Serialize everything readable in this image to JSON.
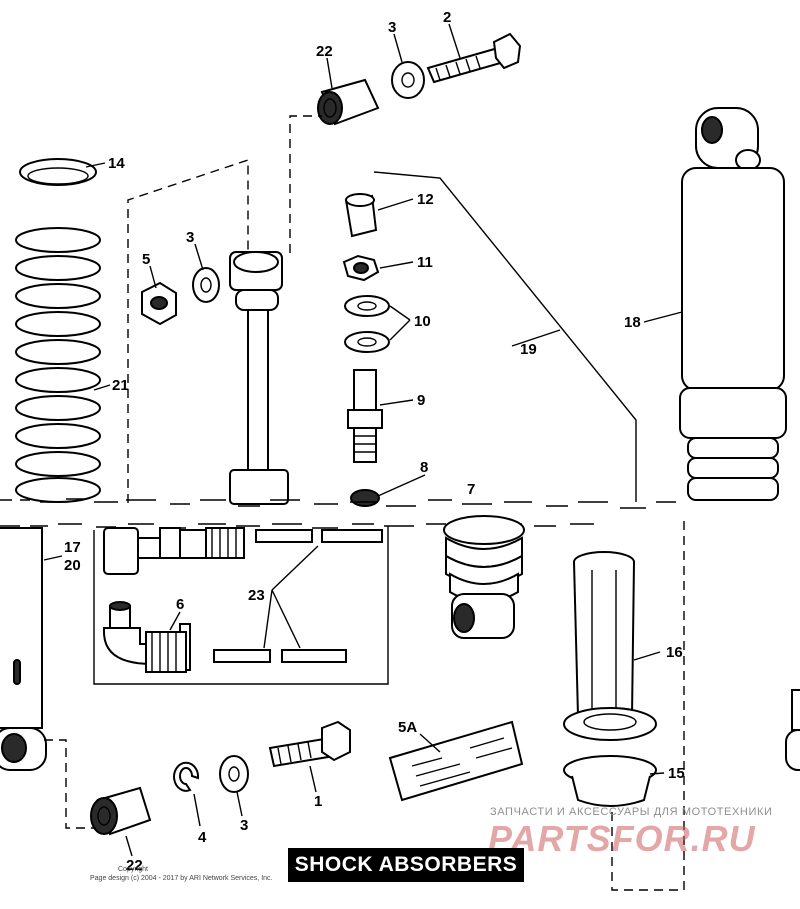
{
  "diagram": {
    "title": "SHOCK ABSORBERS",
    "watermark": {
      "tagline": "ЗАПЧАСТИ И АКСЕССУАРЫ ДЛЯ МОТОТЕХНИКИ",
      "brand": "PARTSFOR.RU"
    },
    "copyright_line1": "Copyright",
    "copyright_line2": "Page design (c) 2004 - 2017 by ARI Network Services, Inc.",
    "decal_text": "5A",
    "callouts": [
      "1",
      "2",
      "3",
      "3",
      "3",
      "4",
      "5",
      "5A",
      "6",
      "7",
      "8",
      "9",
      "10",
      "11",
      "12",
      "14",
      "15",
      "16",
      "17",
      "18",
      "19",
      "20",
      "21",
      "22",
      "22",
      "23"
    ]
  },
  "colors": {
    "ink": "#000000",
    "paper": "#ffffff",
    "watermark": "#cd5f5f"
  }
}
